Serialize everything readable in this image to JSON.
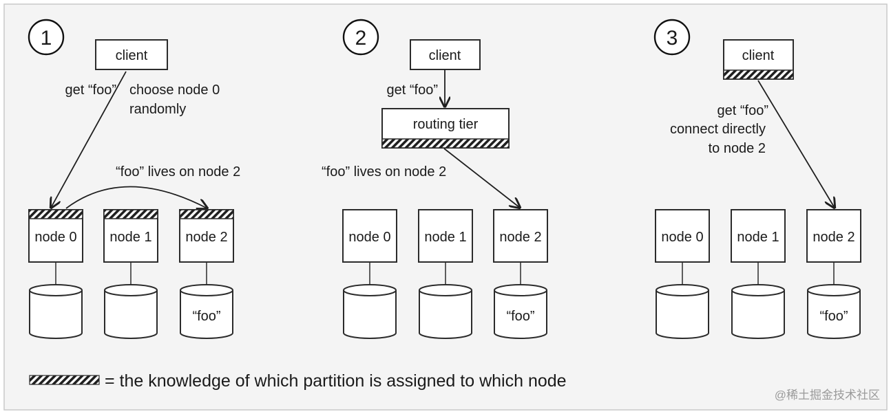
{
  "legend_text": "= the knowledge of which partition is assigned to which node",
  "watermark": "@稀土掘金技术社区",
  "colors": {
    "frame_bg": "#f4f4f4",
    "stroke": "#1f1f1f",
    "hatch": "#1f1f1f"
  },
  "panels": [
    {
      "number": "1",
      "client": "client",
      "request_label": "get “foo”",
      "choice_label_1": "choose node 0",
      "choice_label_2": "randomly",
      "forward_label": "“foo” lives on node 2",
      "nodes": [
        "node 0",
        "node 1",
        "node 2"
      ],
      "disk_label": "“foo”"
    },
    {
      "number": "2",
      "client": "client",
      "request_label": "get “foo”",
      "router": "routing tier",
      "forward_label": "“foo” lives on node 2",
      "nodes": [
        "node 0",
        "node 1",
        "node 2"
      ],
      "disk_label": "“foo”"
    },
    {
      "number": "3",
      "client": "client",
      "request_label": "get “foo”",
      "connect_label_1": "connect directly",
      "connect_label_2": "to node 2",
      "nodes": [
        "node 0",
        "node 1",
        "node 2"
      ],
      "disk_label": "“foo”"
    }
  ]
}
